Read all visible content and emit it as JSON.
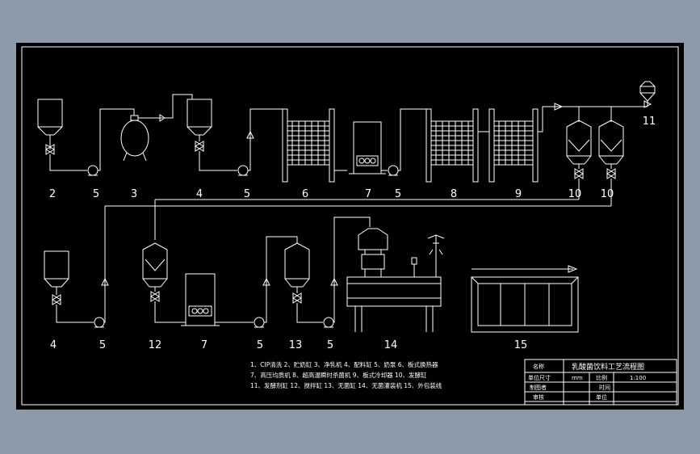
{
  "labels": {
    "r1": [
      "2",
      "5",
      "3",
      "4",
      "5",
      "6",
      "7",
      "5",
      "8",
      "9",
      "10",
      "10"
    ],
    "r2": [
      "4",
      "5",
      "12",
      "7",
      "5",
      "13",
      "5",
      "14",
      "15"
    ],
    "top_right": "11"
  },
  "legend": [
    "1、CIP清洗  2、贮奶缸  3、净乳机  4、配料缸  5、奶泵  6、板式换热器",
    "7、高压均质机  8、超高温瞬时杀菌机  9、板式冷却器  10、发酵缸",
    "11、发酵剂缸  12、搅拌缸  13、无菌缸  14、无菌灌装机  15、外包装线"
  ],
  "title_block": {
    "name_label": "名称",
    "title": "乳酸菌饮料工艺流程图",
    "size_label": "单位尺寸",
    "size_value": "mm",
    "scale_label": "比例",
    "scale_value": "1:100",
    "drawn_label": "制图者",
    "time_label": "时间",
    "check_label": "审核",
    "unit_label": "单位"
  }
}
